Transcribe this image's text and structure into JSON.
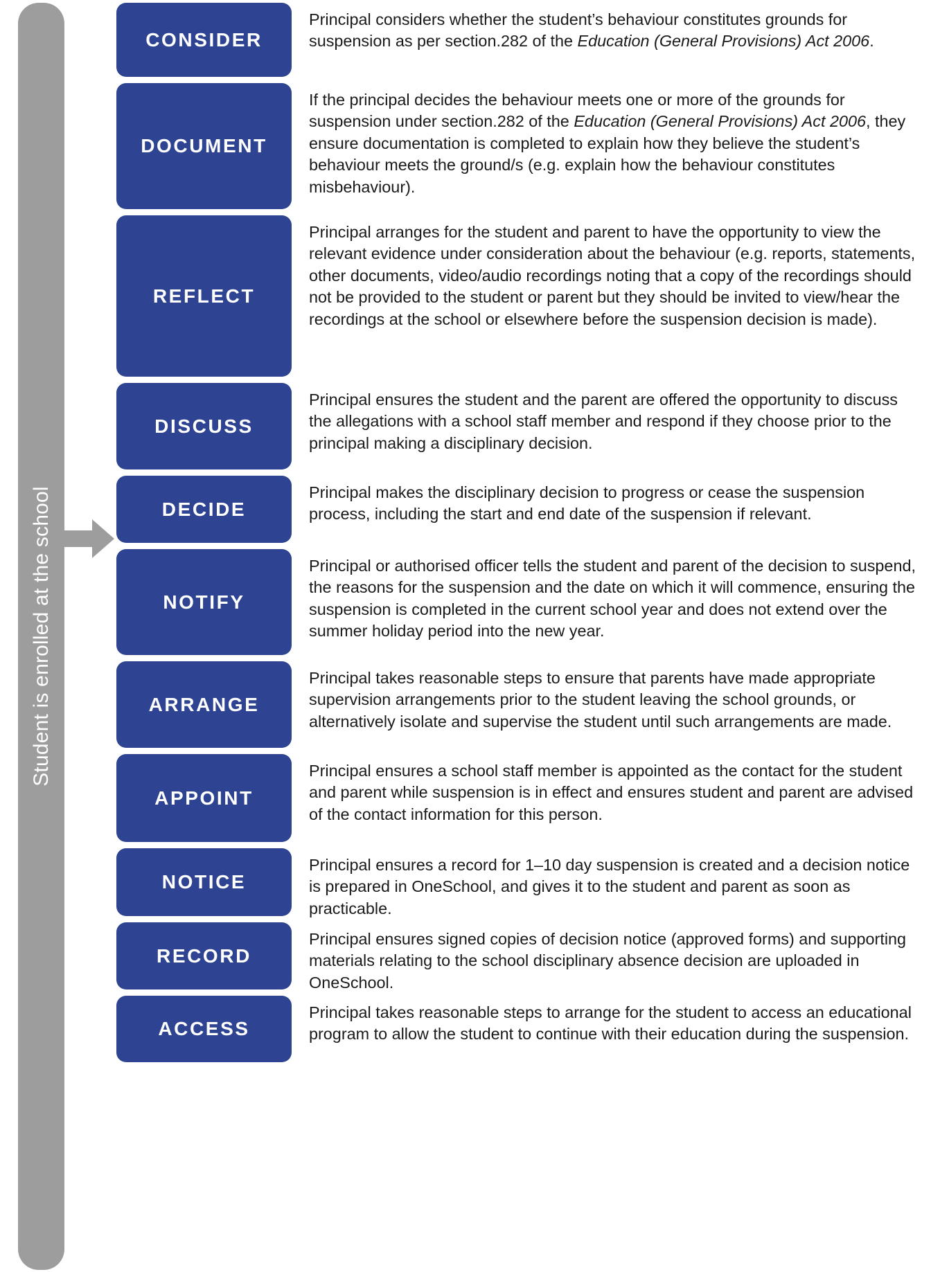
{
  "diagram": {
    "title": "Suspension process steps",
    "colors": {
      "chip_blue": "#2e4493",
      "rail_gray": "#9d9d9d",
      "arrow_gray": "#9d9d9d",
      "text_dark": "#1a1a1a",
      "background": "#ffffff"
    },
    "rail": {
      "label": "Student is enrolled at the school",
      "arrow_icon": "right-arrow-icon"
    },
    "steps": [
      {
        "label": "CONSIDER",
        "description_parts": [
          {
            "text": "Principal considers whether the student’s behaviour constitutes grounds for suspension as per section.282 of the ",
            "italic": false
          },
          {
            "text": "Education (General Provisions) Act 2006",
            "italic": true
          },
          {
            "text": ".",
            "italic": false
          }
        ]
      },
      {
        "label": "DOCUMENT",
        "description_parts": [
          {
            "text": "If the principal decides the behaviour meets one or more of the grounds for suspension under section.282 of the ",
            "italic": false
          },
          {
            "text": "Education (General Provisions) Act 2006",
            "italic": true
          },
          {
            "text": ", they ensure documentation is completed to explain how they believe the student’s behaviour meets the ground/s (e.g. explain how the behaviour constitutes misbehaviour).",
            "italic": false
          }
        ]
      },
      {
        "label": "REFLECT",
        "description_parts": [
          {
            "text": "Principal arranges for the student and parent to have the opportunity to view the relevant evidence under consideration about the behaviour (e.g. reports, statements, other documents, video/audio recordings noting that a copy of the recordings should not be provided to the student or parent but they should be invited to view/hear the recordings at the school or elsewhere before the suspension decision is made).",
            "italic": false
          }
        ]
      },
      {
        "label": "DISCUSS",
        "description_parts": [
          {
            "text": "Principal ensures the student and the parent are offered the opportunity to discuss the allegations with a school staff member and respond if they choose prior to the principal making a disciplinary decision.",
            "italic": false
          }
        ]
      },
      {
        "label": "DECIDE",
        "description_parts": [
          {
            "text": "Principal makes the disciplinary decision to progress or cease the suspension process, including the start and end date of the suspension if relevant.",
            "italic": false
          }
        ]
      },
      {
        "label": "NOTIFY",
        "description_parts": [
          {
            "text": "Principal or authorised officer tells the student and parent of the decision to suspend, the reasons for the suspension and the date on which it will commence, ensuring the suspension is completed in the current school year and does not extend over the summer holiday period into the new year.",
            "italic": false
          }
        ]
      },
      {
        "label": "ARRANGE",
        "description_parts": [
          {
            "text": "Principal takes reasonable steps to ensure that parents have made appropriate supervision arrangements prior to the student leaving the school grounds, or alternatively isolate and supervise the student until such arrangements are made.",
            "italic": false
          }
        ]
      },
      {
        "label": "APPOINT",
        "description_parts": [
          {
            "text": "Principal ensures a school staff member is appointed as the contact for the student and parent while suspension is in effect and ensures student and parent are advised of the contact information for this person.",
            "italic": false
          }
        ]
      },
      {
        "label": "NOTICE",
        "description_parts": [
          {
            "text": "Principal ensures a record for 1–10 day suspension is created and a decision notice is prepared in OneSchool, and gives it to the student and parent as soon as practicable.",
            "italic": false
          }
        ]
      },
      {
        "label": "RECORD",
        "description_parts": [
          {
            "text": "Principal ensures signed copies of decision notice (approved forms) and supporting materials relating to the school disciplinary absence decision are uploaded in OneSchool.",
            "italic": false
          }
        ]
      },
      {
        "label": "ACCESS",
        "description_parts": [
          {
            "text": "Principal takes reasonable steps to arrange for the student to access an educational program to allow the student to continue with their education during the suspension.",
            "italic": false
          }
        ]
      }
    ]
  }
}
